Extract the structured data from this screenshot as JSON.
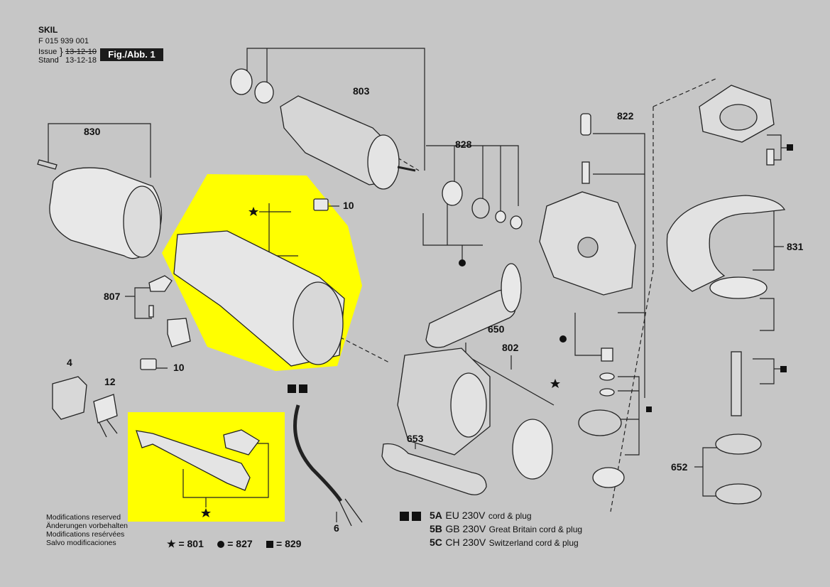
{
  "header": {
    "brand": "SKIL",
    "part_number": "F 015 939 001",
    "issue_label": "Issue",
    "stand_label": "Stand",
    "issue_date_struck": "13-12-10",
    "stand_date": "13-12-18",
    "figure_label": "Fig./Abb. 1"
  },
  "part_labels": {
    "p830": "830",
    "p803": "803",
    "p828": "828",
    "p822": "822",
    "p10a": "10",
    "p10b": "10",
    "p807": "807",
    "p4": "4",
    "p12": "12",
    "p650": "650",
    "p802": "802",
    "p831": "831",
    "p653": "653",
    "p652": "652",
    "p6": "6"
  },
  "modifications_notice": [
    "Modifications reserved",
    "Änderungen vorbehalten",
    "Modifications resérvées",
    "Salvo modificaciones"
  ],
  "cord_legend": [
    {
      "code": "5A",
      "voltage": "EU 230V",
      "description": "cord & plug"
    },
    {
      "code": "5B",
      "voltage": "GB 230V",
      "description": "Great Britain cord & plug"
    },
    {
      "code": "5C",
      "voltage": "CH 230V",
      "description": "Switzerland cord & plug"
    }
  ],
  "symbol_key": {
    "star": "= 801",
    "dot": "= 827",
    "square": "= 829"
  },
  "colors": {
    "background": "#c6c6c6",
    "highlight": "#ffff00",
    "ink": "#111111"
  }
}
